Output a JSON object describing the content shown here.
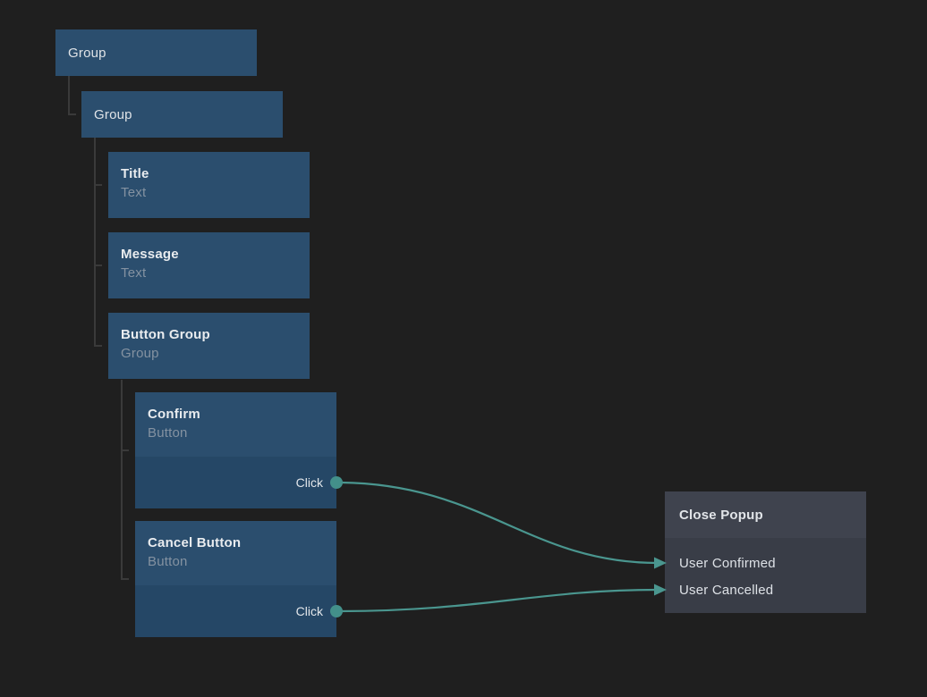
{
  "canvas": {
    "background": "#1f1f1f",
    "colors": {
      "node_blue": "#2b4e6e",
      "node_port_strip": "#254766",
      "action_header": "#3f434e",
      "action_body": "#393d47",
      "connection_teal": "#4a968f",
      "tree_line": "#3a3a3a",
      "title_text": "#e9ecef",
      "subtitle_text": "#8492a1"
    }
  },
  "nodes": {
    "root_group": {
      "title": "Group"
    },
    "child_group": {
      "title": "Group"
    },
    "title_node": {
      "title": "Title",
      "subtitle": "Text"
    },
    "message_node": {
      "title": "Message",
      "subtitle": "Text"
    },
    "button_group": {
      "title": "Button Group",
      "subtitle": "Group"
    },
    "confirm": {
      "title": "Confirm",
      "subtitle": "Button",
      "output_port": "Click"
    },
    "cancel": {
      "title": "Cancel Button",
      "subtitle": "Button",
      "output_port": "Click"
    },
    "close_popup": {
      "title": "Close Popup",
      "inputs": [
        "User Confirmed",
        "User Cancelled"
      ]
    }
  },
  "connections": [
    {
      "from": "Confirm.Click",
      "to": "Close Popup.User Confirmed"
    },
    {
      "from": "Cancel Button.Click",
      "to": "Close Popup.User Cancelled"
    }
  ]
}
